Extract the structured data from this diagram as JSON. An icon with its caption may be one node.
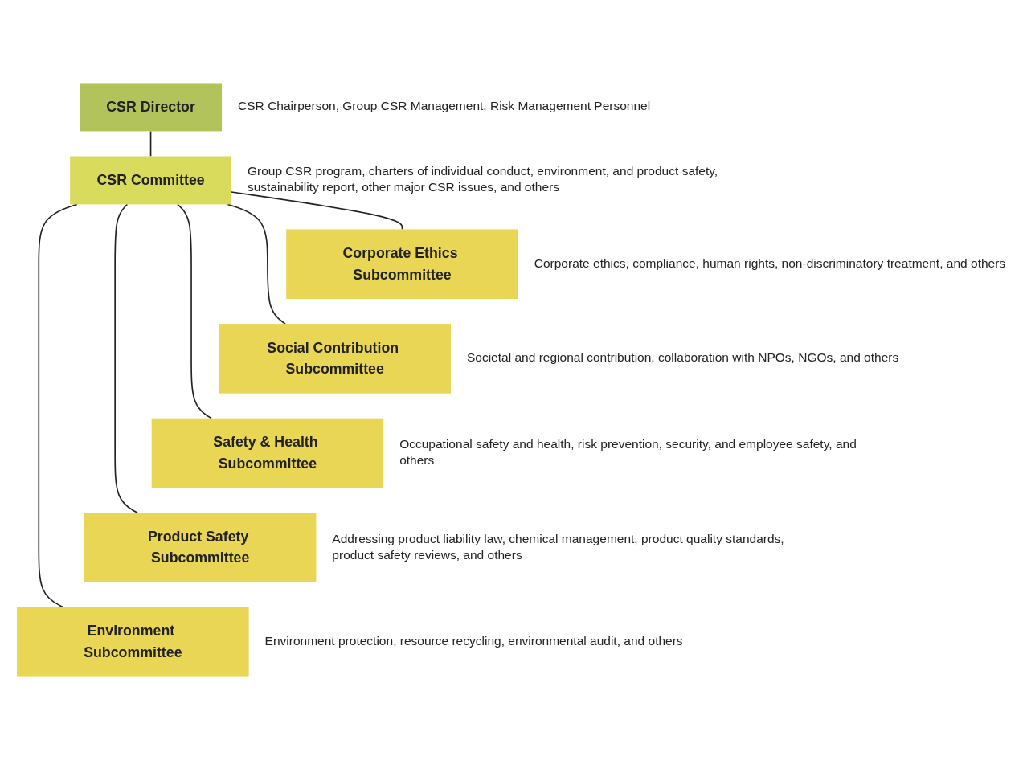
{
  "diagram": {
    "nodes": [
      {
        "text": [
          "CSR Director"
        ],
        "beside": [
          "CSR Chairperson, Group CSR Management, Risk Management Personnel"
        ]
      },
      {
        "text": [
          "CSR Committee"
        ],
        "beside": [
          "Group CSR program, charters of individual conduct, environment, and product safety, sustainability report, other major CSR issues, and others"
        ]
      },
      {
        "text": [
          "Corporate Ethics Subcommittee"
        ],
        "beside": [
          "Corporate ethics, compliance, human rights, non-discriminatory treatment, and others"
        ]
      },
      {
        "text": [
          "Social Contribution Subcommittee"
        ],
        "beside": [
          "Societal and regional contribution, collaboration with NPOs, NGOs, and others"
        ]
      },
      {
        "text": [
          "Safety & Health Subcommittee"
        ],
        "beside": [
          "Occupational safety and health, risk prevention, security, and employee safety, and others"
        ]
      },
      {
        "text": [
          "Product Safety Subcommittee"
        ],
        "beside": [
          "Addressing product liability law, chemical management, product quality standards, product safety reviews, and others"
        ]
      },
      {
        "text": [
          "Environment Subcommittee"
        ],
        "beside": [
          "Environment protection, resource recycling, environmental audit, and others"
        ]
      }
    ],
    "edges": [
      {
        "from": 0,
        "to": 1,
        "arrow": "none"
      },
      {
        "from": 1,
        "to": 2,
        "arrow": "none"
      },
      {
        "from": 1,
        "to": 3,
        "arrow": "none"
      },
      {
        "from": 1,
        "to": 4,
        "arrow": "none"
      },
      {
        "from": 1,
        "to": 5,
        "arrow": "none"
      },
      {
        "from": 1,
        "to": 6,
        "arrow": "none"
      }
    ]
  }
}
